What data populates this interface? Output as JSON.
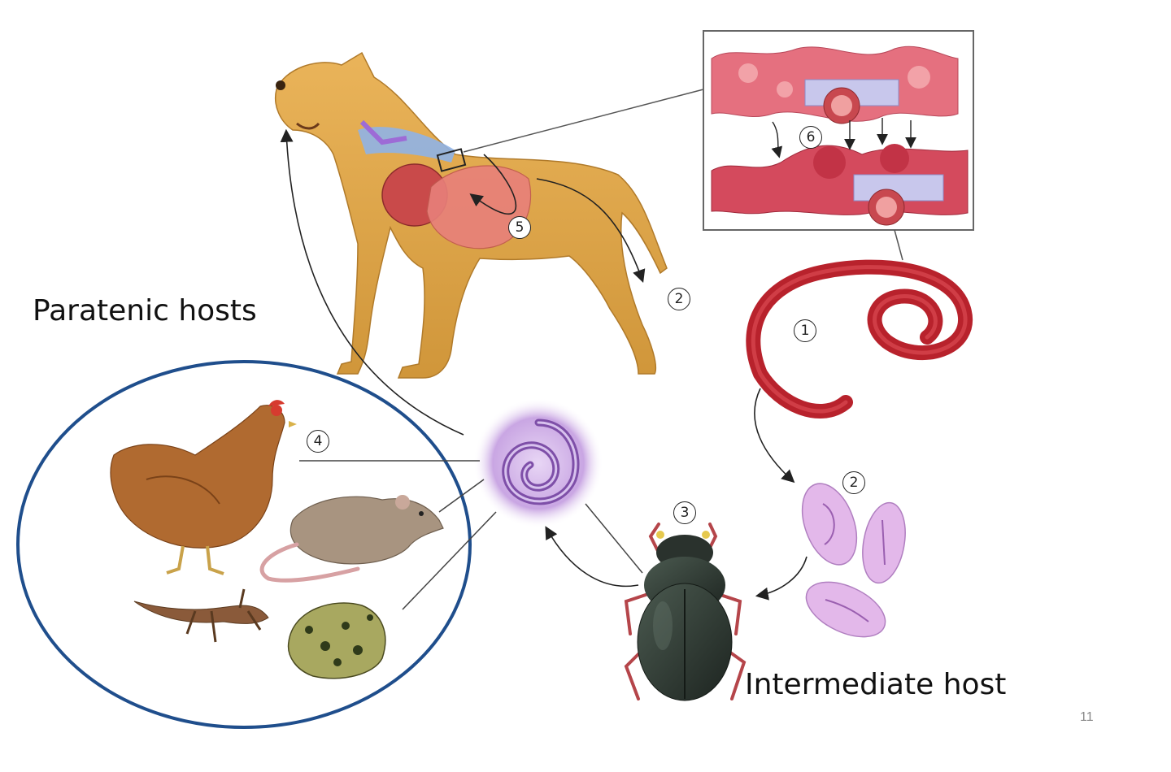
{
  "labels": {
    "paratenic": "Paratenic hosts",
    "intermediate": "Intermediate host",
    "slide_number": "11"
  },
  "steps": {
    "adult_worm": "1",
    "eggs_in_feces": "2",
    "eggs": "2",
    "beetle": "3",
    "paratenic_transfer": "4",
    "migration": "5",
    "esophagus_nodule": "6"
  },
  "colors": {
    "dog": "#e0a948",
    "worm": "#c0272d",
    "tissue": "#d9566a",
    "larva": "#c9a6e3",
    "beetle": "#2f3a33",
    "ellipse": "#1f4e8c"
  }
}
